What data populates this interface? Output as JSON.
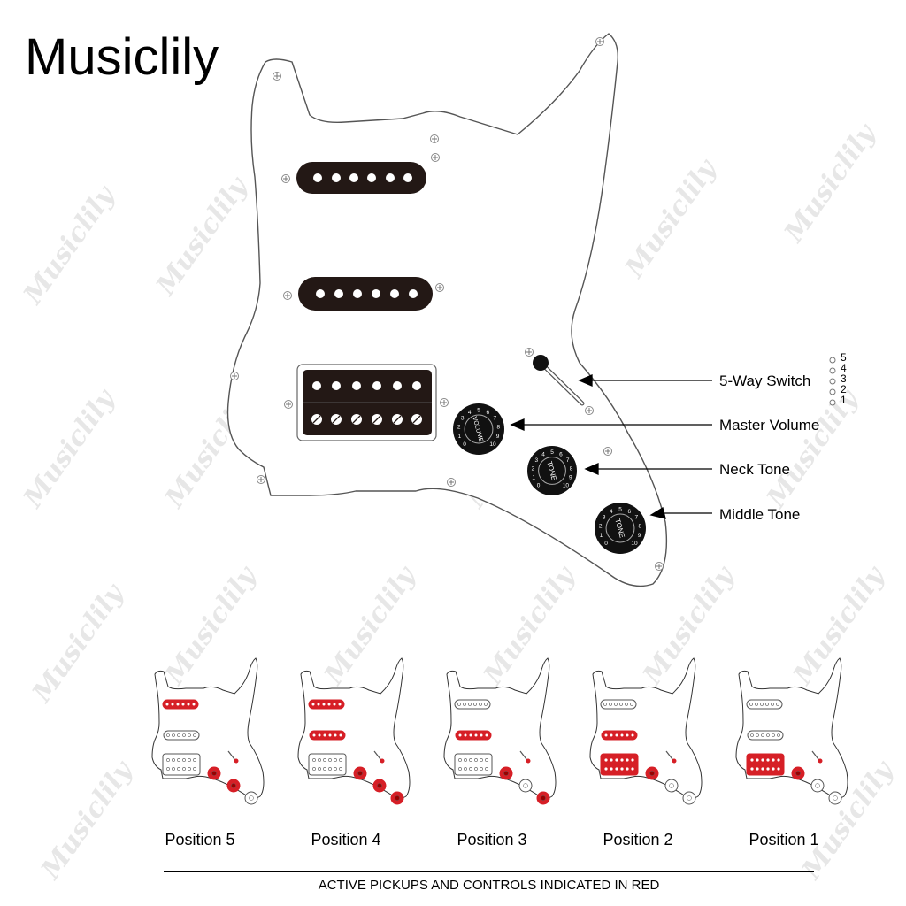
{
  "brand": "Musiclily",
  "callouts": {
    "switch": "5-Way Switch",
    "volume": "Master Volume",
    "neck_tone": "Neck Tone",
    "middle_tone": "Middle Tone"
  },
  "switch_positions": [
    "5",
    "4",
    "3",
    "2",
    "1"
  ],
  "knobs": {
    "volume": "VOLUME",
    "tone": "TONE",
    "scale": [
      "0",
      "1",
      "2",
      "3",
      "4",
      "5",
      "6",
      "7",
      "8",
      "9",
      "10"
    ]
  },
  "positions": [
    {
      "label": "Position 5",
      "active": {
        "neck": true,
        "middle": false,
        "bridge": false,
        "volume": true,
        "tone1": true,
        "tone2": false
      }
    },
    {
      "label": "Position 4",
      "active": {
        "neck": true,
        "middle": true,
        "bridge": false,
        "volume": true,
        "tone1": true,
        "tone2": true
      }
    },
    {
      "label": "Position 3",
      "active": {
        "neck": false,
        "middle": true,
        "bridge": false,
        "volume": true,
        "tone1": false,
        "tone2": true
      }
    },
    {
      "label": "Position 2",
      "active": {
        "neck": false,
        "middle": true,
        "bridge": true,
        "volume": true,
        "tone1": false,
        "tone2": false
      }
    },
    {
      "label": "Position 1",
      "active": {
        "neck": false,
        "middle": false,
        "bridge": true,
        "volume": true,
        "tone1": false,
        "tone2": false
      }
    }
  ],
  "colors": {
    "active": "#d61f26",
    "pickup": "#231815",
    "outline": "#333333"
  },
  "footer": "ACTIVE PICKUPS AND CONTROLS INDICATED IN RED",
  "watermark": "Musiclily"
}
